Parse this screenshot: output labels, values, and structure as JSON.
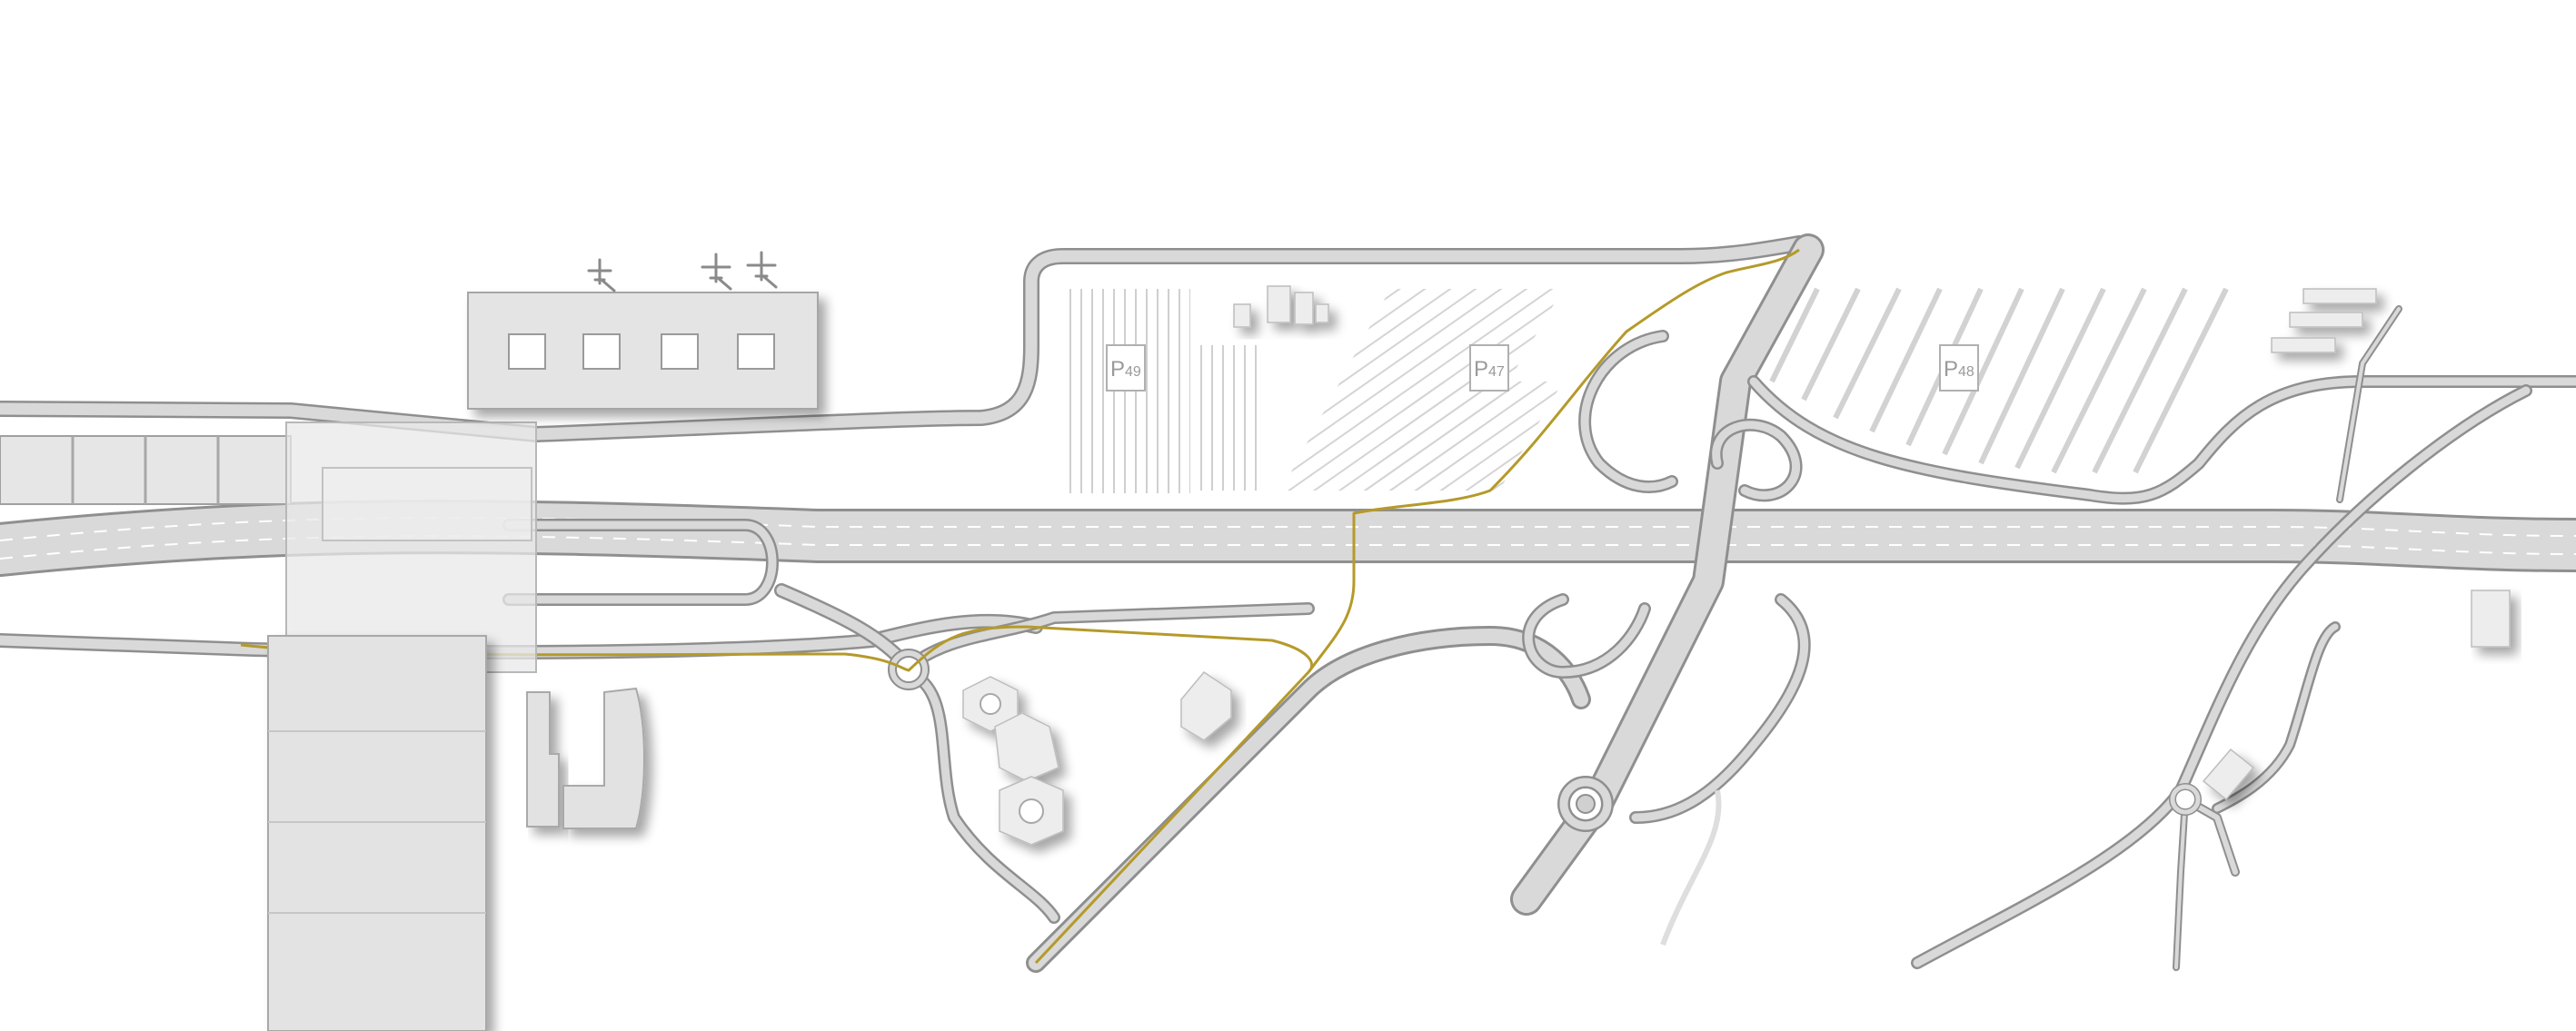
{
  "map": {
    "parking_labels": [
      {
        "id": "p49",
        "letter": "P",
        "number": "49"
      },
      {
        "id": "p47",
        "letter": "P",
        "number": "47"
      },
      {
        "id": "p48",
        "letter": "P",
        "number": "48"
      }
    ],
    "aircraft_icons": [
      "plane-icon",
      "plane-icon",
      "plane-icon"
    ],
    "colors": {
      "road_fill": "#d9d9d9",
      "road_edge": "#8f8f8f",
      "path": "#b59a2a",
      "building": "#e2e2e2",
      "terminal": "#e6e6e6",
      "background": "#ffffff"
    }
  }
}
